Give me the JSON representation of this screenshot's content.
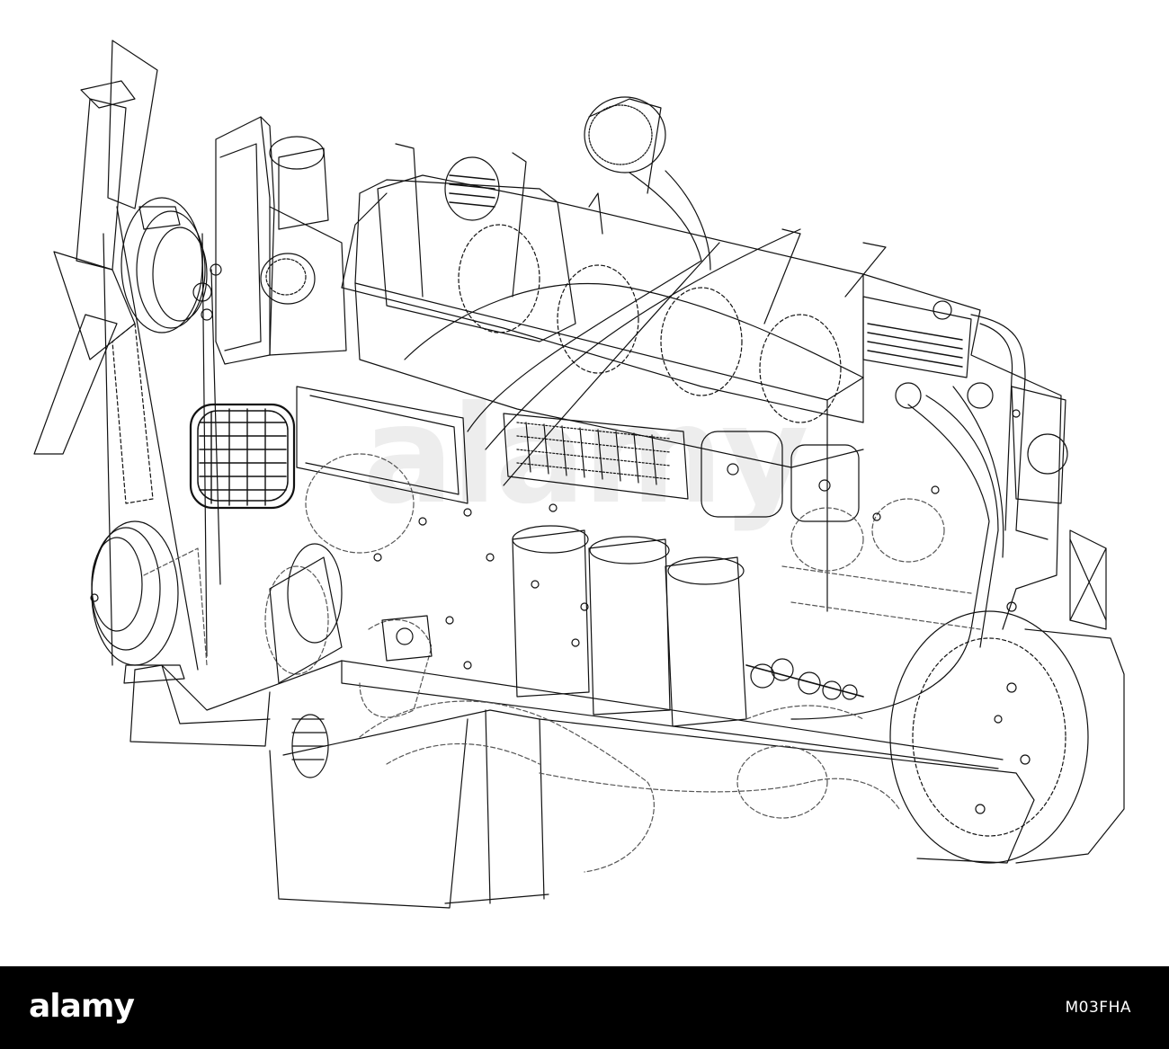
{
  "footer": {
    "logo": "alamy",
    "image_id": "M03FHA"
  },
  "watermark": "alamy",
  "colors": {
    "background": "#ffffff",
    "line": "#111111",
    "dash": "#555555",
    "footer": "#000000",
    "footer_text": "#ffffff"
  },
  "subject_icon": "engine-wireframe"
}
